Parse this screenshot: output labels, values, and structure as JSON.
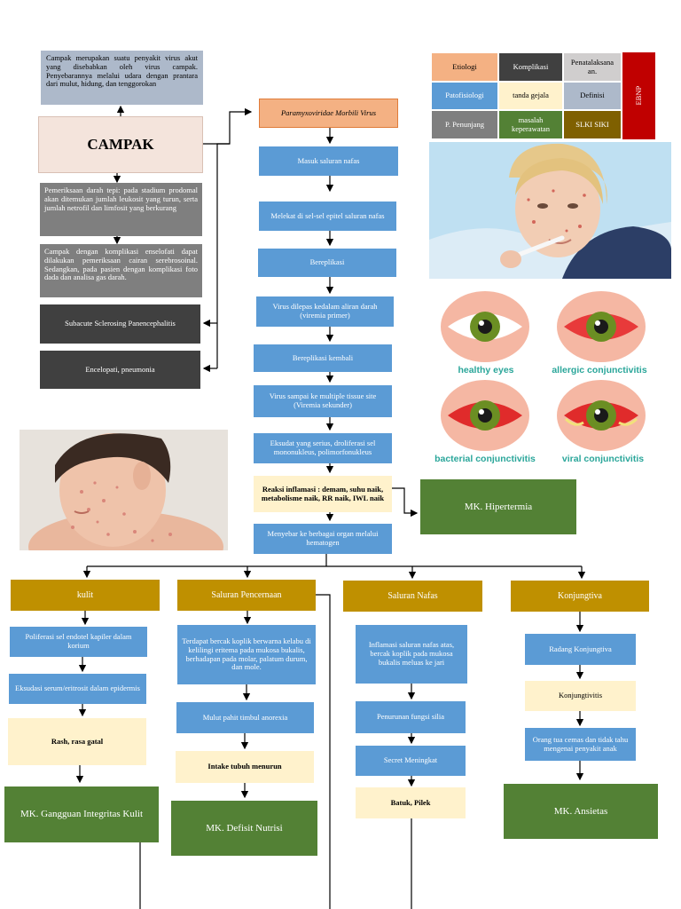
{
  "definition": "Campak merupakan suatu penyakit virus akut yang disebabkan oleh virus campak. Penyebarannya melalui udara dengan prantara dari mulut, hidung, dan tenggorokan",
  "title": "CAMPAK",
  "left_boxes": {
    "lab": "Pemeriksaan darah tepi: pada stadium prodomal akan ditemukan jumlah leukosit yang turun, serta jumlah netrofil dan limfosit yang berkurang",
    "complication_exam": "Campak dengan komplikasi enselofati dapat dilakukan pemeriksaan cairan serebrosoinal. Sedangkan, pada pasien dengan komplikasi foto dada dan analisa gas darah.",
    "sspe": "Subacute Sclerosing Panencephalitis",
    "encephalopathy": "Encelopati, pneumonia"
  },
  "legend": {
    "etiologi": "Etiologi",
    "komplikasi": "Komplikasi",
    "penatalaksanaan": "Penatalaksana an.",
    "patofisiologi": "Patofisiologi",
    "tanda_gejala": "tanda gejala",
    "definisi": "Definisi",
    "penunjang": "P. Penunjang",
    "masalah": "masalah keperawatan",
    "slki": "SLKI SIKI",
    "ebnp": "EBNP"
  },
  "flow": {
    "virus": "Paramyxoviridae Morbili Virus",
    "s1": "Masuk saluran nafas",
    "s2": "Melekat di sel-sel epitel saluran nafas",
    "s3": "Bereplikasi",
    "s4": "Virus dilepas kedalam aliran darah (viremia primer)",
    "s5": "Bereplikasi kembali",
    "s6": "Virus sampai ke multiple tissue site (Viremia sekunder)",
    "s7": "Eksudat yang serius, droliferasi sel mononukleus, polimorfonukleus",
    "s8": "Reaksi inflamasi : demam, suhu naik, metabolisme naik, RR naik, IWL naik",
    "s9": "Menyebar ke berbagai organ melalui hematogen",
    "mk_hipertermia": "MK. Hipertermia"
  },
  "branches": {
    "kulit": {
      "head": "kulit",
      "b1": "Poliferasi sel endotel kapiler dalam korium",
      "b2": "Eksudasi serum/eritrosit dalam epidermis",
      "b3": "Rash, rasa gatal",
      "mk": "MK. Gangguan Integritas Kulit"
    },
    "cerna": {
      "head": "Saluran Pencernaan",
      "b1": "Terdapat bercak koplik berwarna kelabu di kelilingi eritema pada mukosa bukalis, berhadapan pada molar, palatum durum, dan mole.",
      "b2": "Mulut pahit timbul anorexia",
      "b3": "Intake tubuh menurun",
      "mk": "MK. Defisit Nutrisi"
    },
    "nafas": {
      "head": "Saluran Nafas",
      "b1": "Inflamasi saluran nafas atas, bercak koplik pada mukosa bukalis meluas ke jari",
      "b2": "Penurunan fungsi silia",
      "b3": "Secret Meningkat",
      "b4": "Batuk, Pilek"
    },
    "konjungtiva": {
      "head": "Konjungtiva",
      "b1": "Radang Konjungtiva",
      "b2": "Konjungtivitis",
      "b3": "Orang tua cemas dan tidak tahu mengenai penyakit anak",
      "mk": "MK. Ansietas"
    }
  },
  "eyes": {
    "healthy": "healthy eyes",
    "allergic": "allergic conjunctivitis",
    "bacterial": "bacterial conjunctivitis",
    "viral": "viral conjunctivitis"
  },
  "colors": {
    "blue": "#5b9bd5",
    "cream": "#fff2cc",
    "gold": "#bf9000",
    "green": "#538135",
    "ebnp": "#c00000"
  }
}
